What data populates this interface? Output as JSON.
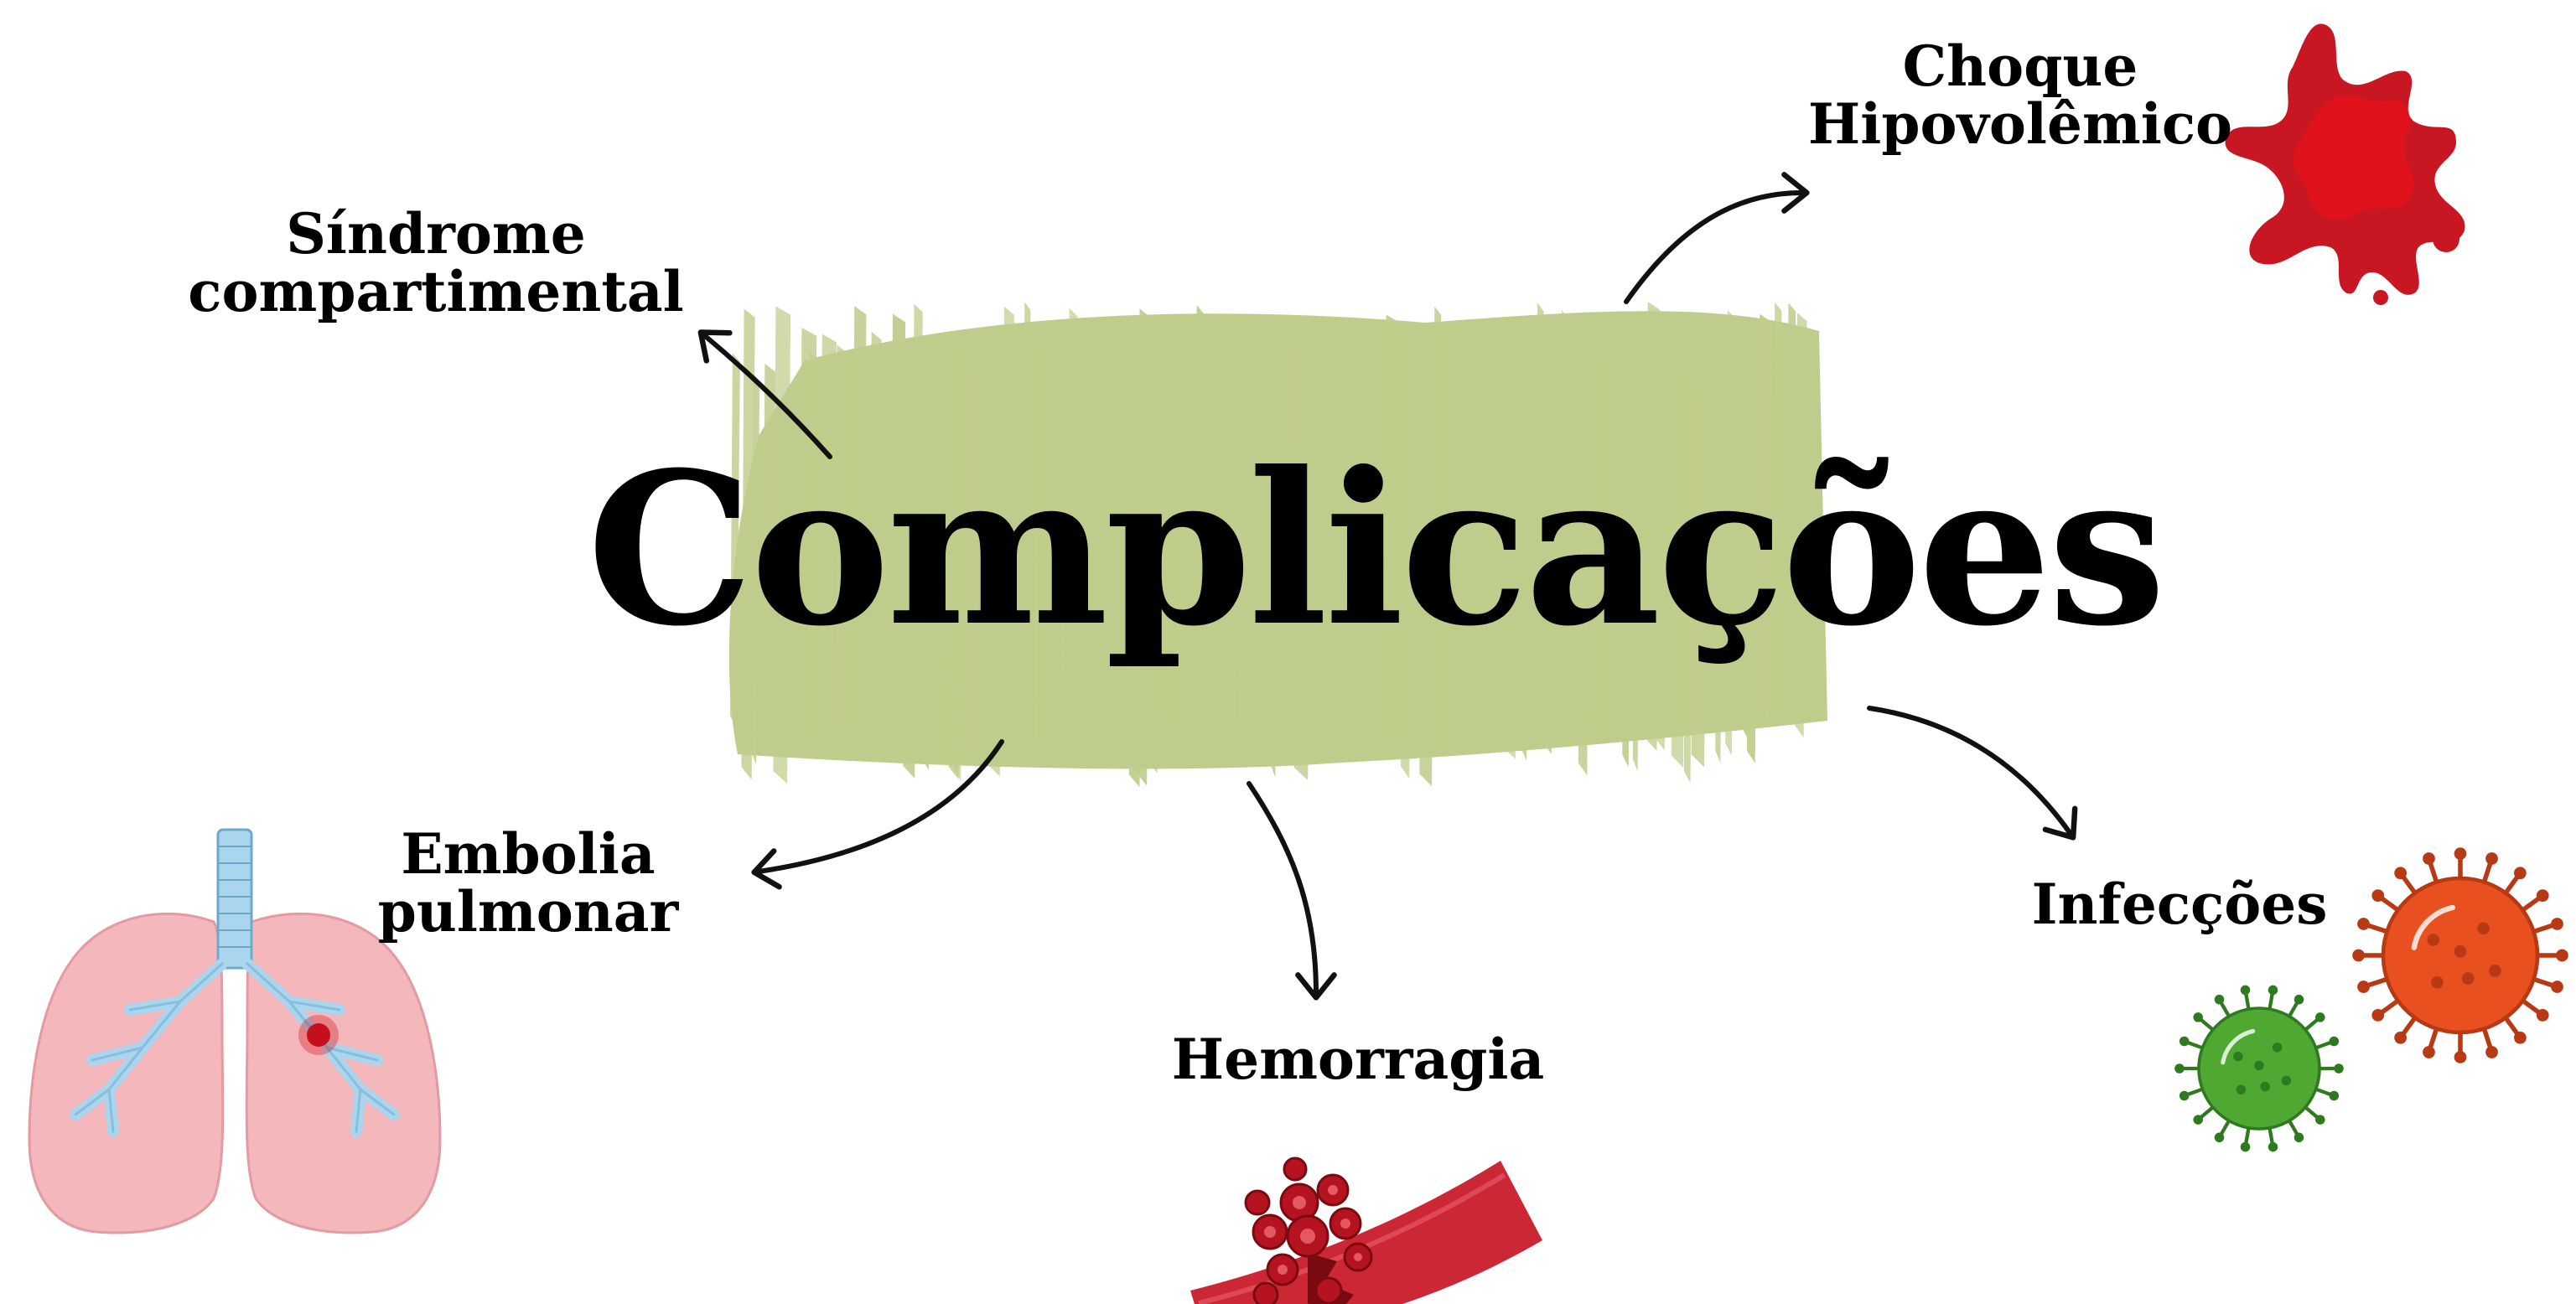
{
  "title": "Complicações",
  "brush_color": "#bfcd8c",
  "nodes": {
    "sindrome": {
      "line1": "Síndrome",
      "line2": "compartimental"
    },
    "choque": {
      "line1": "Choque",
      "line2": "Hipovolêmico",
      "icon": "blood-splatter-icon"
    },
    "embolia": {
      "line1": "Embolia",
      "line2": "pulmonar",
      "icon": "lungs-icon"
    },
    "hemorragia": {
      "label": "Hemorragia",
      "icon": "blood-vessel-icon"
    },
    "infeccoes": {
      "label": "Infecções",
      "icon": "virus-icon"
    }
  },
  "colors": {
    "blood": "#d3121e",
    "lung": "#f4b7bc",
    "airway": "#a9d6ee",
    "virus_orange": "#e8501f",
    "virus_green": "#4fa832"
  }
}
